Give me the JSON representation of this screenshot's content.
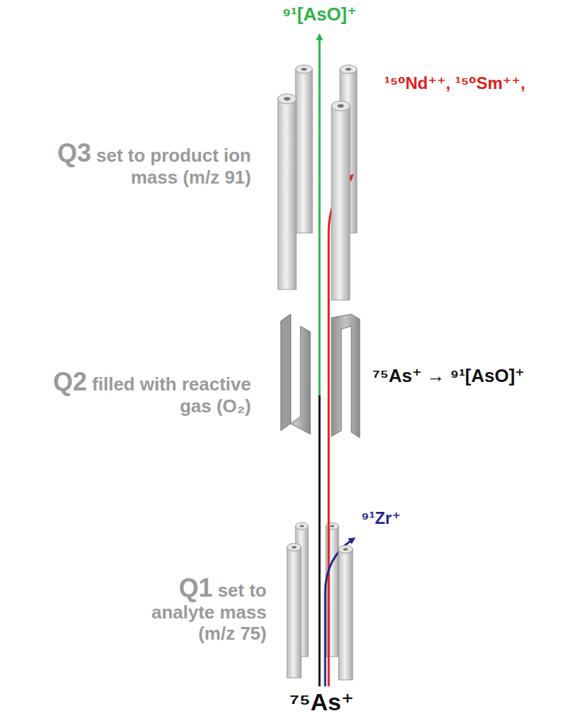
{
  "diagram": {
    "labels": [
      "⁹¹[AsO]⁺",
      "¹⁵⁰Nd⁺⁺, ¹⁵⁰Sm⁺⁺,",
      "Q3 set to product ion mass (m/z 91)",
      "Q2 filled with reactive gas (O₂)",
      "⁷⁵As⁺ → ⁹¹[AsO]⁺",
      "⁹¹Zr⁺",
      "Q1 set to analyte mass (m/z 75)",
      "⁷⁵As⁺"
    ]
  }
}
